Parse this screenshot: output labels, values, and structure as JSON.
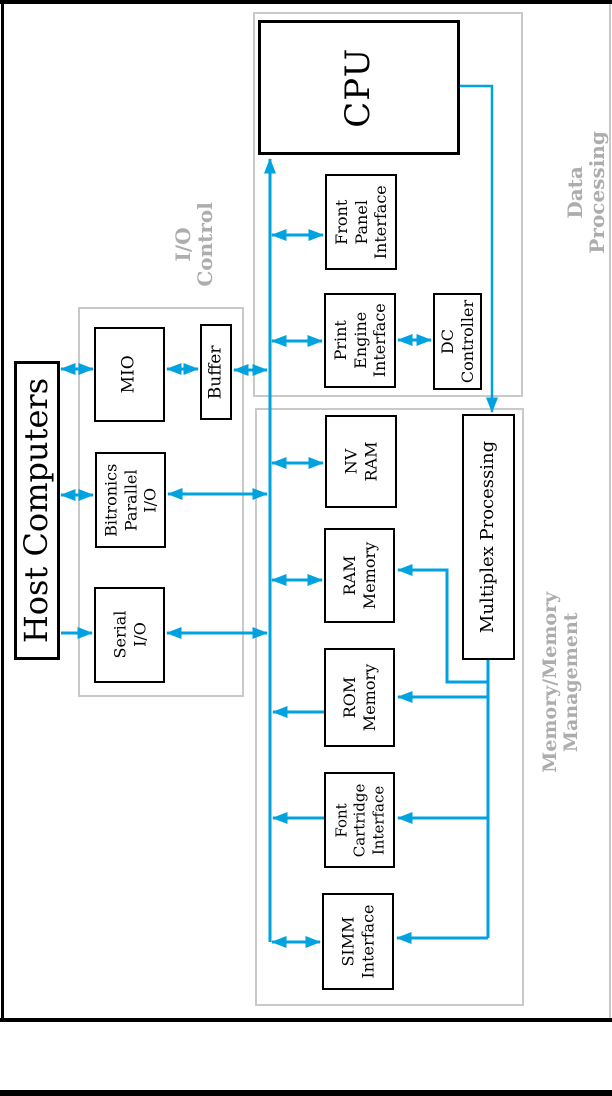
{
  "boxes": {
    "host": {
      "label": "Host Computers"
    },
    "mio": {
      "label": "MIO"
    },
    "buffer": {
      "label": "Buffer"
    },
    "bitronics": {
      "label": "Bitronics\nParallel\nI/O"
    },
    "serial": {
      "label": "Serial\nI/O"
    },
    "cpu": {
      "label": "CPU"
    },
    "front_panel": {
      "label": "Front\nPanel\nInterface"
    },
    "print_engine": {
      "label": "Print\nEngine\nInterface"
    },
    "dc_controller": {
      "label": "DC\nController"
    },
    "nv_ram": {
      "label": "NV\nRAM"
    },
    "ram": {
      "label": "RAM\nMemory"
    },
    "rom": {
      "label": "ROM\nMemory"
    },
    "font_cartridge": {
      "label": "Font\nCartridge\nInterface"
    },
    "simm": {
      "label": "SIMM\nInterface"
    },
    "multiplex": {
      "label": "Multiplex Processing"
    }
  },
  "sections": {
    "io_control": {
      "label": "I/O\nControl"
    },
    "data_processing": {
      "label": "Data\nProcessing"
    },
    "memory": {
      "label": "Memory/Memory\nManagement"
    }
  },
  "colors": {
    "accent_blue": "#00a2e0",
    "section_border": "#c9c9c9",
    "section_label": "#adadad",
    "box_border": "#000000",
    "background": "#ffffff"
  },
  "connections": [
    {
      "from": "host",
      "to": "mio",
      "direction": "both"
    },
    {
      "from": "host",
      "to": "bitronics",
      "direction": "both"
    },
    {
      "from": "host",
      "to": "serial",
      "direction": "to"
    },
    {
      "from": "mio",
      "to": "buffer",
      "direction": "both"
    },
    {
      "from": "buffer",
      "to": "bus",
      "direction": "both"
    },
    {
      "from": "bitronics",
      "to": "bus",
      "direction": "both"
    },
    {
      "from": "serial",
      "to": "bus",
      "direction": "both"
    },
    {
      "from": "bus",
      "to": "cpu",
      "direction": "to"
    },
    {
      "from": "bus",
      "to": "front_panel",
      "direction": "both"
    },
    {
      "from": "bus",
      "to": "print_engine",
      "direction": "both"
    },
    {
      "from": "print_engine",
      "to": "dc_controller",
      "direction": "both"
    },
    {
      "from": "bus",
      "to": "nv_ram",
      "direction": "both"
    },
    {
      "from": "bus",
      "to": "ram",
      "direction": "both"
    },
    {
      "from": "rom",
      "to": "bus",
      "direction": "to"
    },
    {
      "from": "font_cartridge",
      "to": "bus",
      "direction": "to"
    },
    {
      "from": "bus",
      "to": "simm",
      "direction": "both"
    },
    {
      "from": "cpu",
      "to": "multiplex",
      "direction": "to"
    },
    {
      "from": "multiplex",
      "to": "ram",
      "direction": "to"
    },
    {
      "from": "multiplex",
      "to": "rom",
      "direction": "to"
    },
    {
      "from": "multiplex",
      "to": "font_cartridge",
      "direction": "to"
    },
    {
      "from": "multiplex",
      "to": "simm",
      "direction": "to"
    }
  ]
}
